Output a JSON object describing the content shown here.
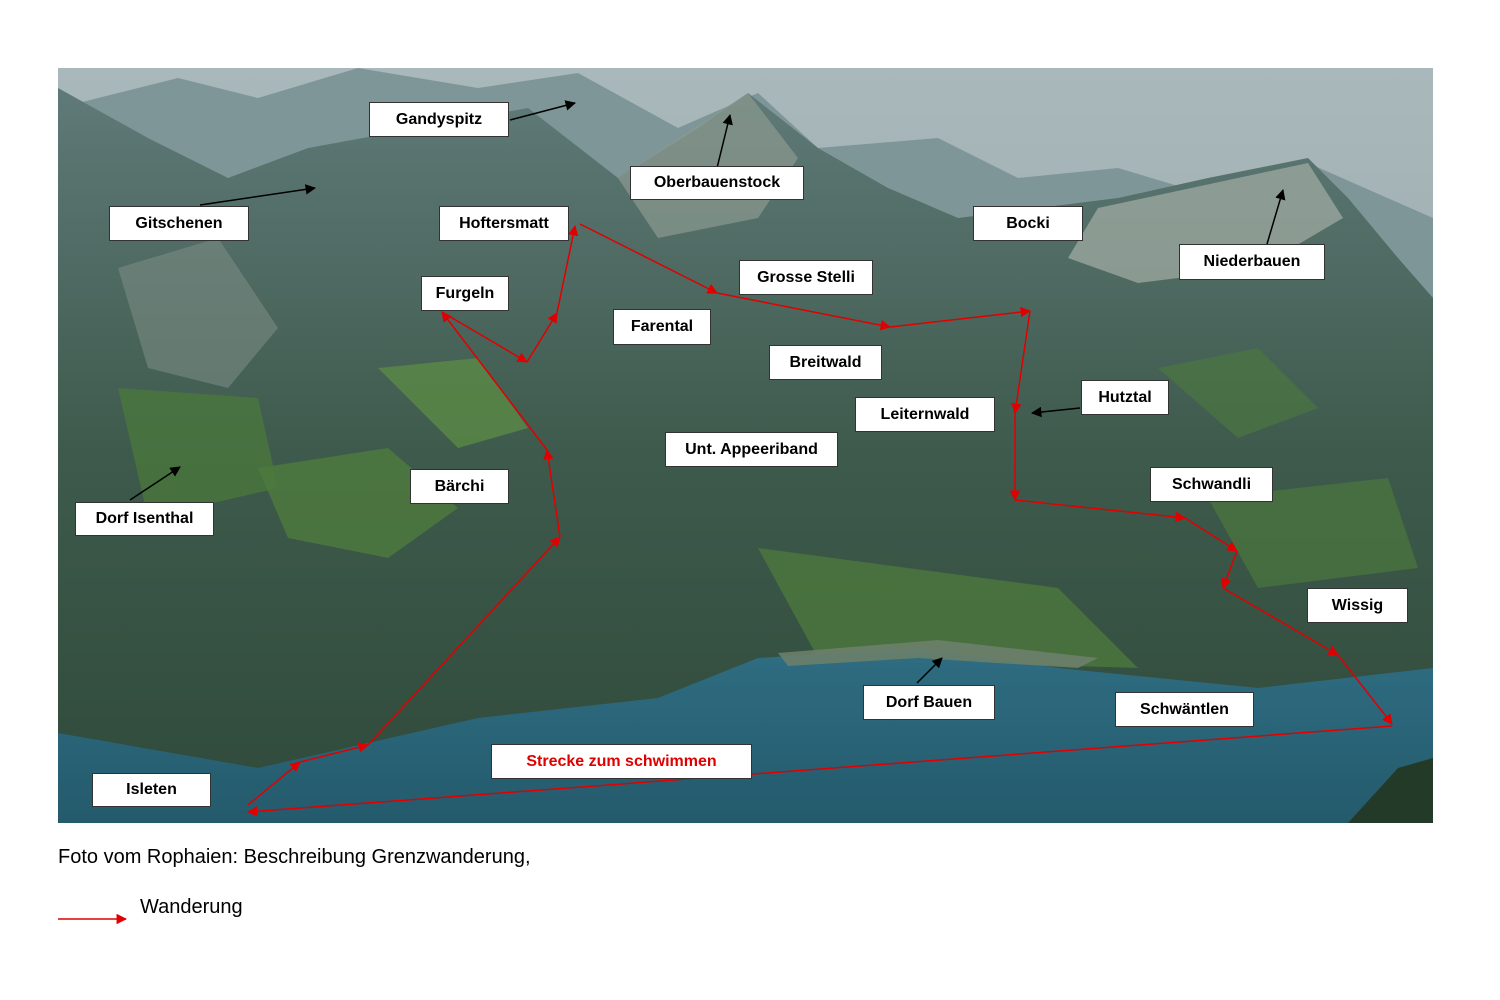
{
  "labels": {
    "gandyspitz": "Gandyspitz",
    "oberbauenstock": "Oberbauenstock",
    "gitschenen": "Gitschenen",
    "hoftersmatt": "Hoftersmatt",
    "bocki": "Bocki",
    "niederbauen": "Niederbauen",
    "grosse_stelli": "Grosse Stelli",
    "furgeln": "Furgeln",
    "farental": "Farental",
    "breitwald": "Breitwald",
    "hutztal": "Hutztal",
    "leiternwald": "Leiternwald",
    "unt_appeeriband": "Unt. Appeeriband",
    "schwandli": "Schwandli",
    "baerchi": "Bärchi",
    "dorf_isenthal": "Dorf Isenthal",
    "wissig": "Wissig",
    "dorf_bauen": "Dorf Bauen",
    "schwaentlen": "Schwäntlen",
    "strecke_zum_schwimmen": "Strecke zum schwimmen",
    "isleten": "Isleten"
  },
  "caption": "Foto vom Rophaien: Beschreibung Grenzwanderung,",
  "legend": {
    "label": "Wanderung",
    "color": "#e00000"
  },
  "colors": {
    "route": "#e00000",
    "pointer": "#000000",
    "lake": "#2e6478"
  }
}
